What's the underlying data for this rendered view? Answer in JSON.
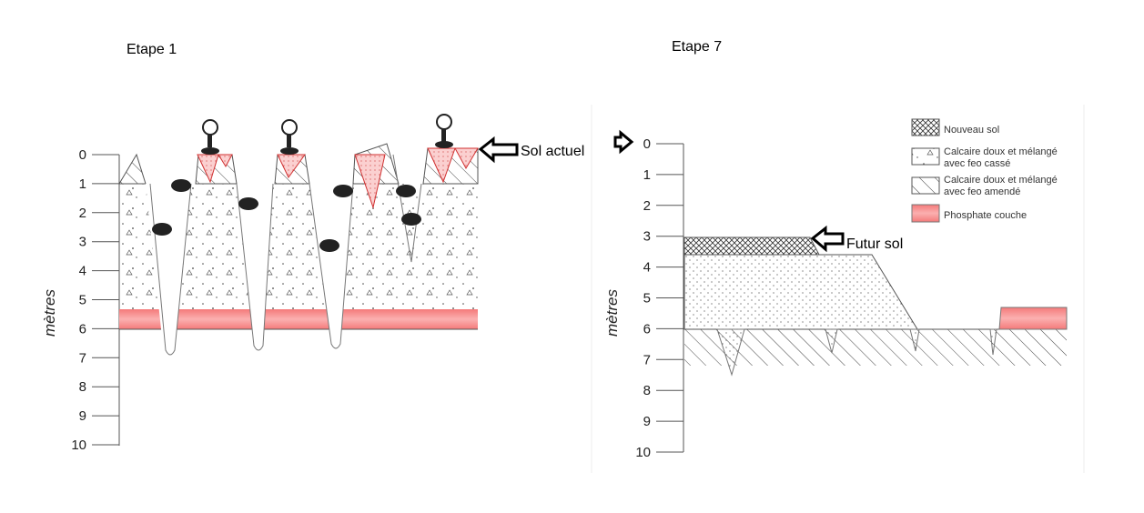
{
  "left_panel": {
    "title": "Etape 1",
    "y_axis_label": "mètres",
    "ticks": [
      "0",
      "1",
      "2",
      "3",
      "4",
      "5",
      "6",
      "7",
      "8",
      "9",
      "10"
    ],
    "annotation": "Sol actuel"
  },
  "right_panel": {
    "title": "Etape 7",
    "y_axis_label": "mètres",
    "ticks": [
      "0",
      "1",
      "2",
      "3",
      "4",
      "5",
      "6",
      "7",
      "8",
      "9",
      "10"
    ],
    "annotation": "Futur sol"
  },
  "legend": [
    {
      "line1": "Nouveau sol",
      "line2": ""
    },
    {
      "line1": "Calcaire doux et mélangé",
      "line2": "avec feo cassé"
    },
    {
      "line1": "Calcaire doux et mélangé",
      "line2": "avec feo amendé"
    },
    {
      "line1": "Phosphate couche",
      "line2": ""
    }
  ],
  "colors": {
    "phosphate": "#f58a8a",
    "soil_red": "#e03030",
    "line": "#555555"
  }
}
